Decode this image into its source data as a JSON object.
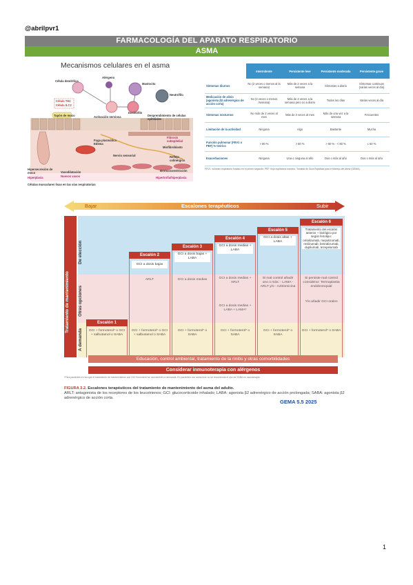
{
  "author": "@abrilpvr1",
  "banner": {
    "title": "FARMACOLOGÍA DEL APARATO RESPIRATORIO",
    "subtitle": "ASMA"
  },
  "mechanisms": {
    "title": "Mecanismos celulares en el asma",
    "labels": {
      "allergen": "Alérgeno",
      "dendritic": "Célula dendrítica",
      "mast": "Mastocito",
      "neutrophil": "Neutrófilo",
      "th2": "Célula TH2",
      "ilc2": "Célula ILC2",
      "eosinophil": "Eosinófilo",
      "epithelial": "Desprendimiento de células epiteliales",
      "nerve_activation": "Activación nerviosa",
      "mucus_plug": "Tapón de moco",
      "fibrosis": "Fibrosis subepitelial",
      "myofibroblast": "Miofibroblasto",
      "plasma_leak": "Fuga plasmática Edema",
      "sensory_nerve": "Nervio sensorial",
      "mucus_hyper": "Hipersecreción de moco",
      "hyperplasia": "Hiperplasia",
      "vasodilation": "Vasodilatación",
      "new_vessels": "Nuevos vasos",
      "cholinergic": "Reflejo colinérgico",
      "bronchoconstriction": "Broncoconstricción",
      "hypertrophy": "Hipertrofia/hiperplasia",
      "smooth_muscle": "Células musculares lisas en las vías respiratorias"
    }
  },
  "severity": {
    "headers": [
      "",
      "Intermitente",
      "Persistente leve",
      "Persistente moderada",
      "Persistente grave"
    ],
    "rows": [
      {
        "label": "Síntomas diurnos",
        "cells": [
          "No (2 veces o menos al la semana)",
          "Más de 2 veces a la semana",
          "Síntomas a diario",
          "Síntomas continuos (varias veces al día)"
        ]
      },
      {
        "label": "Medicación de alivio (agonista β2 adrenérgico de acción corta)",
        "cells": [
          "No (2 veces o menos /semana)",
          "Más de 2 veces a la semana pero no a diario",
          "Todos los días",
          "Varias veces al día"
        ]
      },
      {
        "label": "Síntomas nocturnos",
        "cells": [
          "No más de 2 veces al mes",
          "Más de 2 veces al mes",
          "Más de una vez a la semana",
          "Frecuentes"
        ]
      },
      {
        "label": "Limitación de la actividad",
        "cells": [
          "Ninguna",
          "Algo",
          "Bastante",
          "Mucha"
        ]
      },
      {
        "label": "Función pulmonar (FEV1 o PEF) % teórico",
        "cells": [
          "> 80 %",
          "> 80 %",
          "> 60 % - < 80 %",
          "≤ 60 %"
        ]
      },
      {
        "label": "Exacerbaciones",
        "cells": [
          "Ninguna",
          "Una o ninguna al año",
          "Dos o más al año",
          "Dos o más al año"
        ]
      }
    ],
    "footnote": "FEV1: volumen espiratorio forzado en el primer segundo; PEF: flujo espiratorio máximo. Tomada de Guía Española para el Manejo del Asma (GEMA)."
  },
  "steps": {
    "arrow": {
      "low": "Bajar",
      "title": "Escalones terapéuticos",
      "high": "Subir"
    },
    "side_band": "Tratamiento de mantenimiento",
    "zones": {
      "choice": "De elección",
      "other": "Otras opciones",
      "demand": "A demanda"
    },
    "columns": [
      {
        "header": "Escalón 1",
        "choice": "",
        "other": "",
        "demand": "GCI + formoterol* o GCI + salbutamol o SABA"
      },
      {
        "header": "Escalón 2",
        "choice": "GCI a dosis bajas",
        "other": "ARLT",
        "demand": "GCI + formoterol* o GCI + salbutamol o SABA"
      },
      {
        "header": "Escalón 3",
        "choice": "GCI a dosis bajas + LABA",
        "other": "GCI a dosis medias",
        "demand": "GCI + formoterol* o SABA"
      },
      {
        "header": "Escalón 4",
        "choice": "GCI a dosis medias + LABA",
        "other": "GCI a dosis medias + ARLT",
        "other2": "GCI a dosis medias + LABA + LAMA*",
        "demand": "GCI + formoterol* o SABA"
      },
      {
        "header": "Escalón 5",
        "choice": "GCI a dosis altas + LABA",
        "other": "Si mal control añadir uno o más: - LAMA - ARLT y/o - Azitromicina",
        "demand": "GCI + formoterol* o SABA"
      },
      {
        "header": "Escalón 6",
        "choice": "Tratamiento del escalón anterior + biológico por según fenotipo: omalizumab, mepolizumab, reslizumab, benralizumab, dupilumab, tezepelumab",
        "other": "Si persiste mal control considerar: Termoplastia endobronquial",
        "other2": "Y/o añadir GCI orales",
        "demand": "GCI + formoterol* o SABA"
      }
    ],
    "education": "Educación, control ambiental, tratamiento de la rinitis y otras comorbilidades",
    "immuno": "Considerar inmunoterapia con alérgenos",
    "note": "*Para pacientes en los que el tratamiento de mantenimiento con GCI+formoterol se usa también a demanda. En pacientes con asma leve no se recomienda el uso de SABA en monoterapia.",
    "caption_fig": "FIGURA 3.2.",
    "caption_title": "Escalones terapéuticos del tratamiento de mantenimiento del asma del adulto.",
    "caption_text": "ARLT: antagonista de los receptores de los leucotrienos; GCI: glucocorticoide inhalado; LABA: agonista β2 adrenérgico de acción prolongada; SABA: agonista β2 adrenérgico de acción corta.",
    "source": "GEMA 5.5 2025"
  },
  "page_number": "1",
  "colors": {
    "banner_gray": "#7f7f7f",
    "banner_green": "#70a83a",
    "table_header": "#3a92c8",
    "step_red": "#c0392b",
    "gema_blue": "#1f4e9a"
  }
}
